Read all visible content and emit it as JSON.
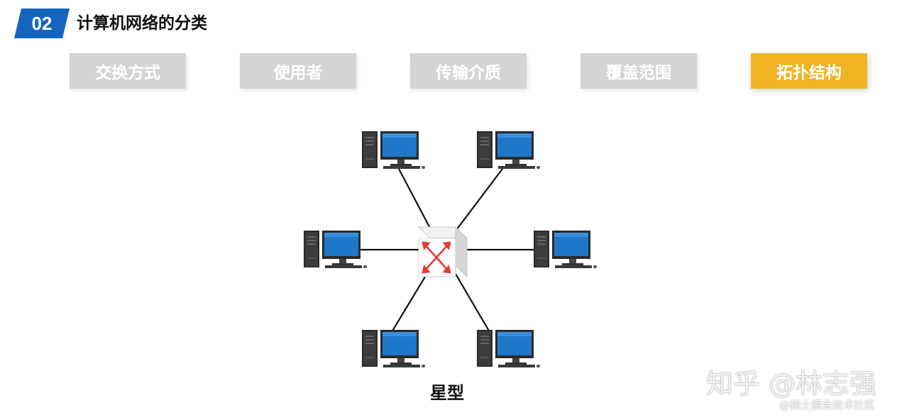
{
  "header": {
    "number": "02",
    "title": "计算机网络的分类",
    "badge_color": "#1565c0"
  },
  "tabs": [
    {
      "label": "交换方式",
      "active": false
    },
    {
      "label": "使用者",
      "active": false
    },
    {
      "label": "传输介质",
      "active": false
    },
    {
      "label": "覆盖范围",
      "active": false
    },
    {
      "label": "拓扑结构",
      "active": true
    }
  ],
  "diagram": {
    "caption": "星型",
    "center_icon": "network-switch-icon",
    "node_icon": "desktop-computer-icon",
    "node_count": 6,
    "accent_color": "#e53935",
    "monitor_color": "#1f77c9"
  },
  "watermark": {
    "main": "知乎 @林志强",
    "sub": "@稀土掘金技术社区"
  }
}
